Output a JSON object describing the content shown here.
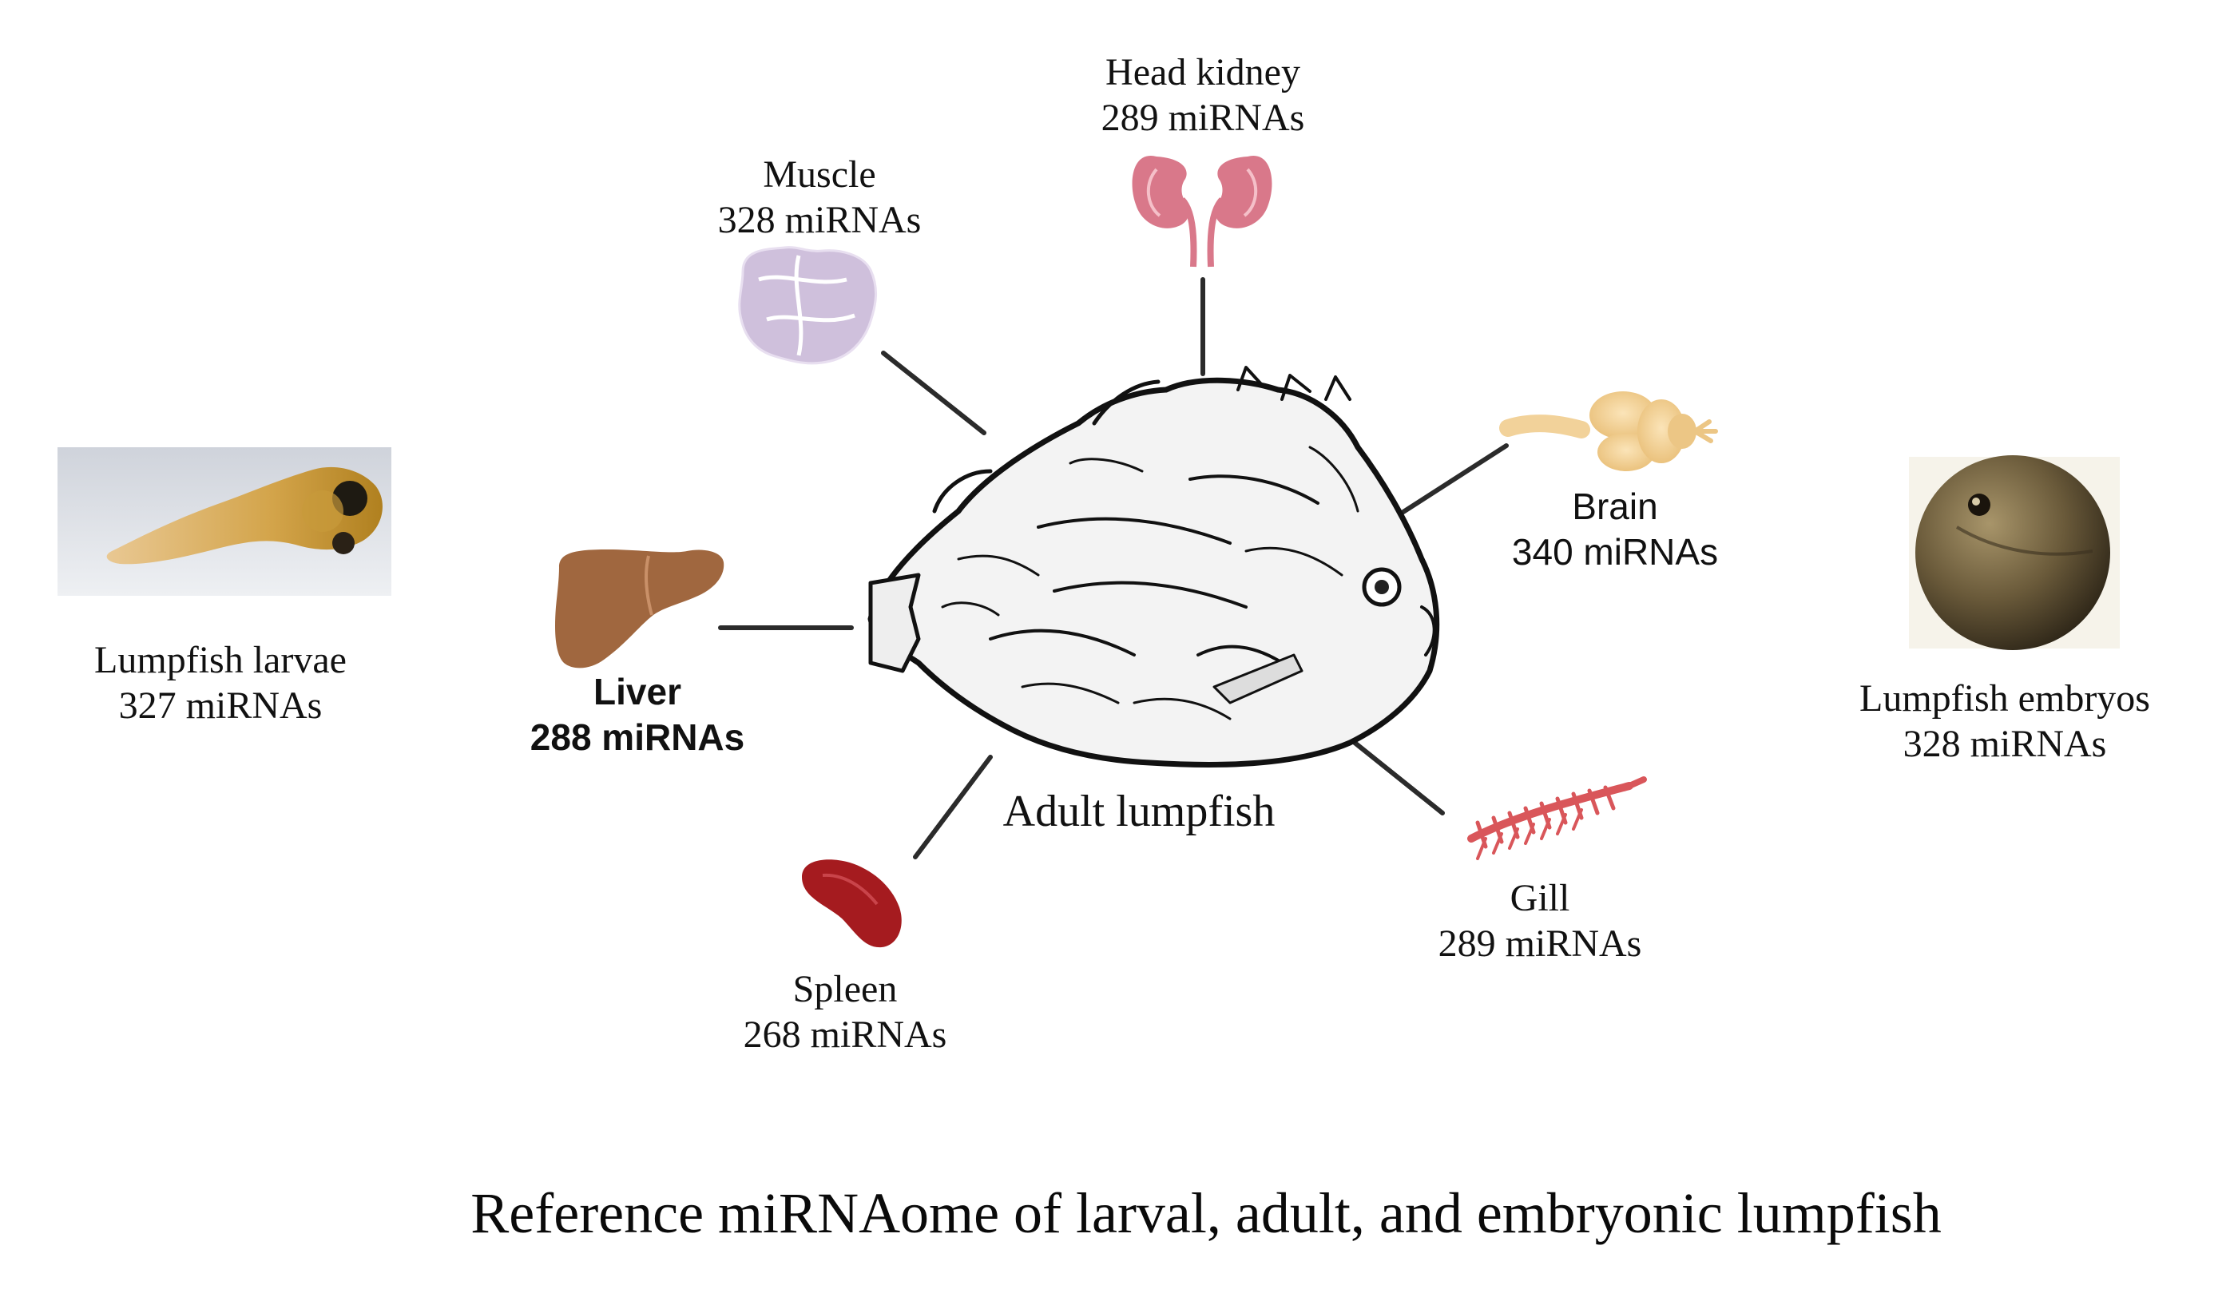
{
  "center": {
    "label": "Adult lumpfish"
  },
  "tissues": [
    {
      "id": "head-kidney",
      "name": "Head kidney",
      "count": "289 miRNAs"
    },
    {
      "id": "muscle",
      "name": "Muscle",
      "count": "328 miRNAs"
    },
    {
      "id": "brain",
      "name": "Brain",
      "count": "340 miRNAs"
    },
    {
      "id": "liver",
      "name": "Liver",
      "count": "288 miRNAs"
    },
    {
      "id": "spleen",
      "name": "Spleen",
      "count": "268 miRNAs"
    },
    {
      "id": "gill",
      "name": "Gill",
      "count": "289 miRNAs"
    }
  ],
  "stages": [
    {
      "id": "larvae",
      "name": "Lumpfish larvae",
      "count": "327 miRNAs"
    },
    {
      "id": "embryos",
      "name": "Lumpfish embryos",
      "count": "328 miRNAs"
    }
  ],
  "footer": {
    "title": "Reference miRNAome of larval, adult, and embryonic lumpfish"
  },
  "colors": {
    "kidney": "#d9788a",
    "muscle": "#cfc0dc",
    "brain": "#f2d29a",
    "liver": "#a0673f",
    "spleen": "#a51b1f",
    "gill": "#d9565a",
    "connector": "#2b2b2b"
  }
}
